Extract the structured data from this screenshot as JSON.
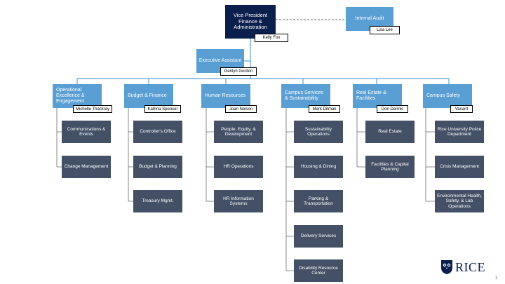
{
  "vp": {
    "title": "Vice President Finance & Administration",
    "name": "Kelly Fox"
  },
  "audit": {
    "title": "Internal Audit",
    "name": "Lisa Lee"
  },
  "assistant": {
    "title": "Executive Assistant",
    "name": "Gerilyn Gordon"
  },
  "departments": [
    {
      "title": "Operational Excellence & Engagement",
      "name": "Michelle Thackray",
      "units": [
        "Communications & Events",
        "Change Management"
      ]
    },
    {
      "title": "Budget & Finance",
      "name": "Katrina Spencer",
      "units": [
        "Controller's Office",
        "Budget & Planning",
        "Treasury Mgmt."
      ]
    },
    {
      "title": "Human Resources",
      "name": "Joan Nelson",
      "units": [
        "People, Equity, & Development",
        "HR Operations",
        "HR Information Systems"
      ]
    },
    {
      "title": "Campus Services & Sustainability",
      "name": "Mark Ditman",
      "units": [
        "Sustainability Operations",
        "Housing & Dining",
        "Parking & Transportation",
        "Delivery Services",
        "Disability Resource Center"
      ]
    },
    {
      "title": "Real Estate & Facilities",
      "name": "Don Dennis",
      "units": [
        "Real Estate",
        "Facilities & Capital Planning"
      ]
    },
    {
      "title": "Campus Safety",
      "name": "Vacant",
      "units": [
        "Rice University Police Department",
        "Crisis Management",
        "Environmental Health, Safety, & Lab Operations"
      ]
    }
  ],
  "logo": {
    "text": "RICE"
  },
  "page_number": "1",
  "colors": {
    "navy": "#0b1f4d",
    "blue": "#5a9fd4",
    "slate": "#435066",
    "line": "#5a9fd4"
  }
}
